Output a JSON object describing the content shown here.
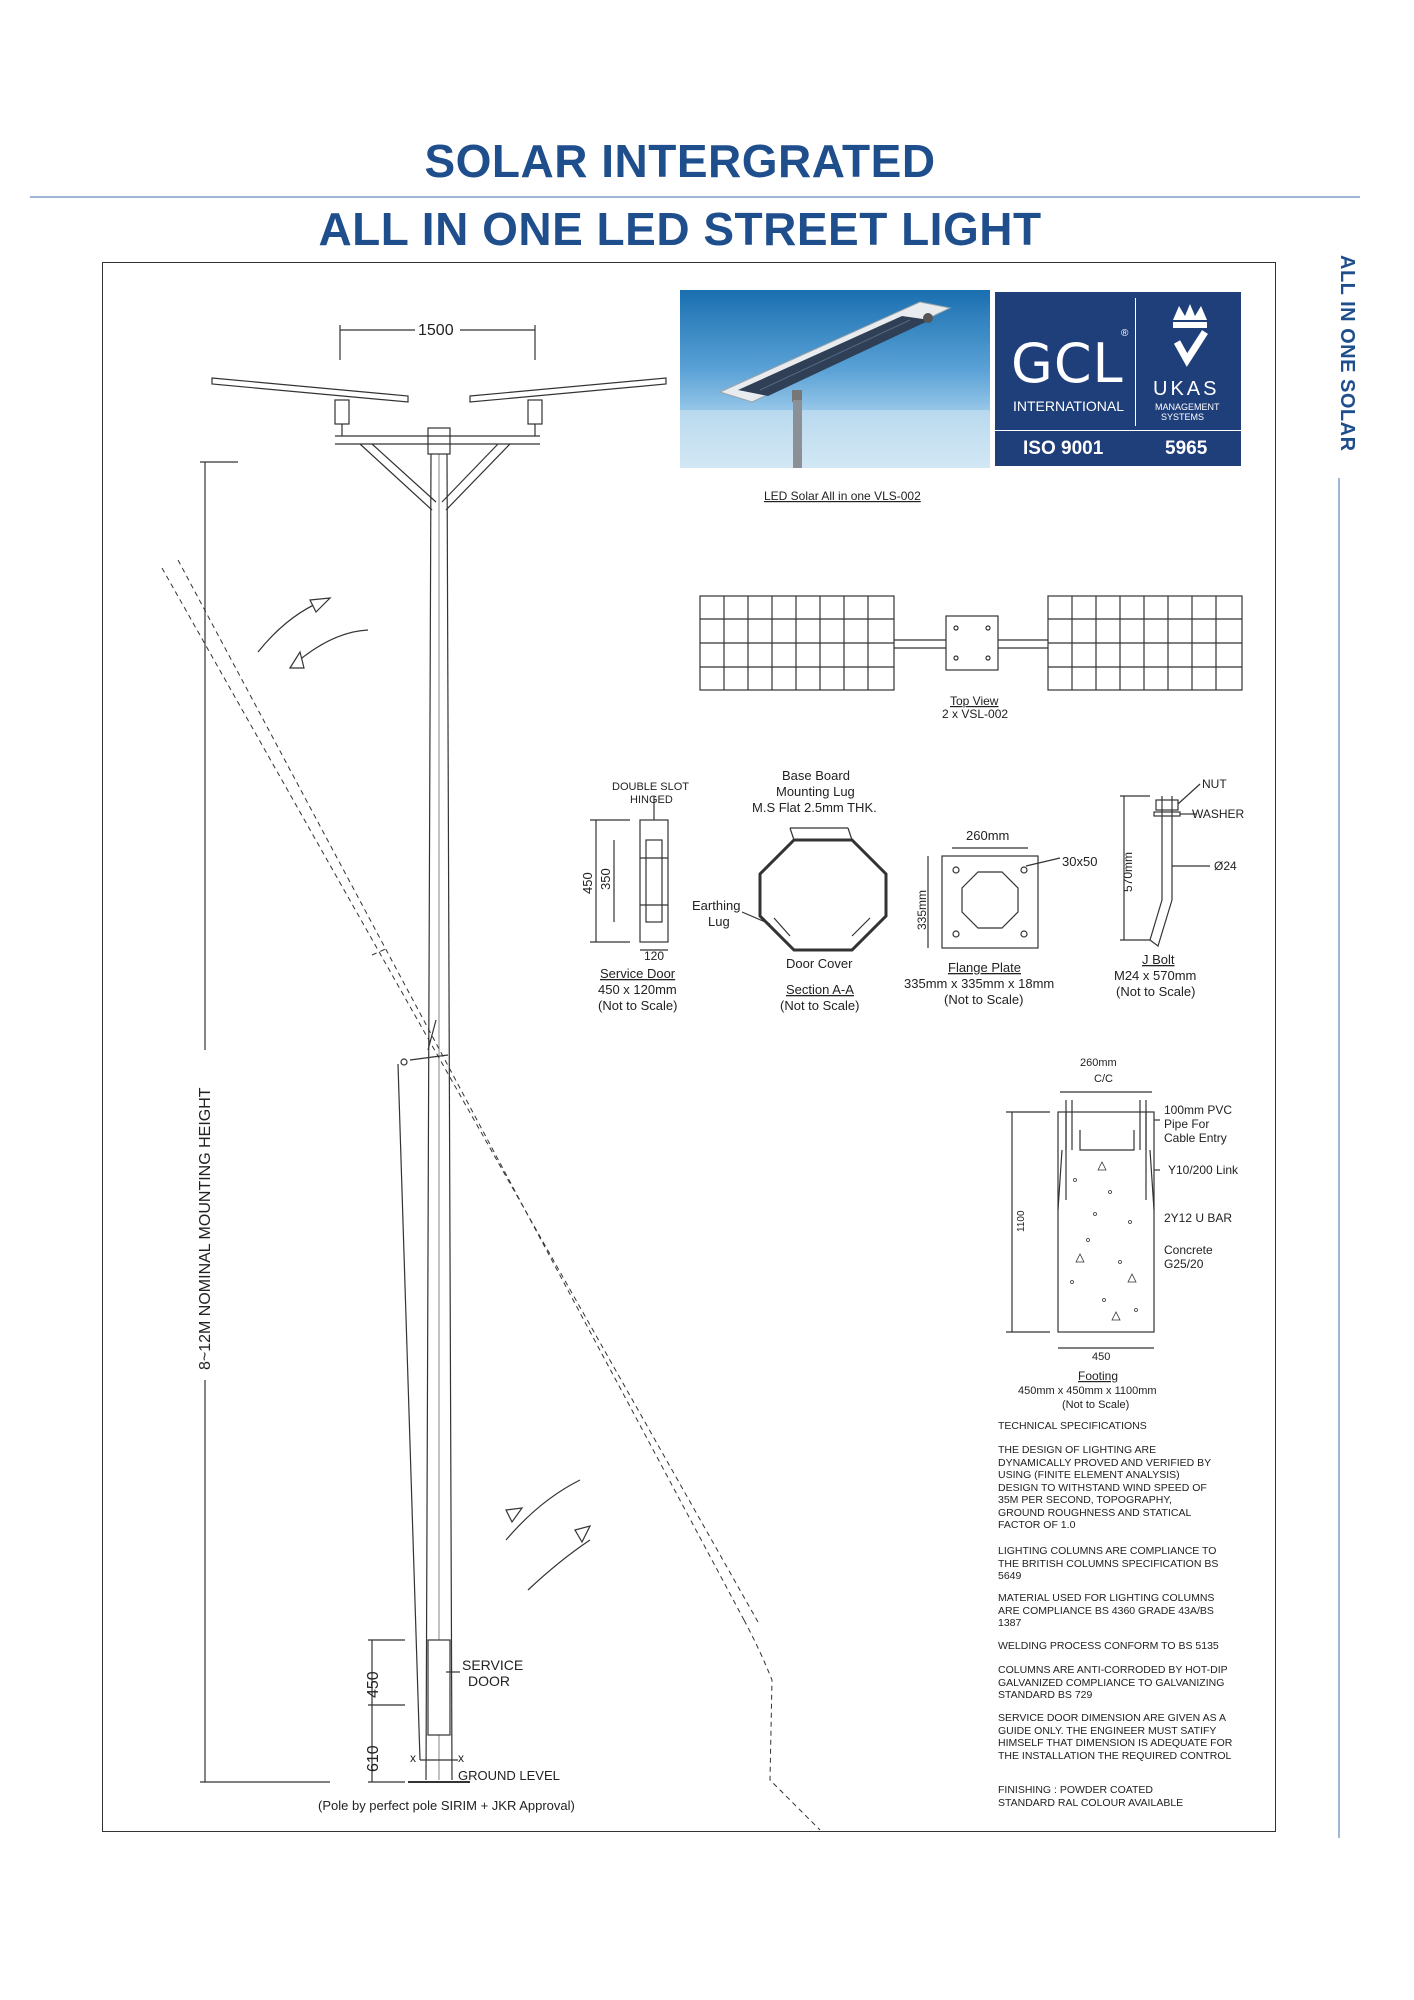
{
  "header": {
    "title_line1": "SOLAR INTERGRATED",
    "title_line2": "ALL IN ONE LED STREET LIGHT",
    "side_label": "ALL IN ONE SOLAR"
  },
  "photo": {
    "caption": "LED Solar All in one VLS-002"
  },
  "certification": {
    "gcl": "GCL",
    "gcl_reg": "®",
    "gcl_sub": "INTERNATIONAL",
    "ukas": "UKAS",
    "ukas_sub1": "MANAGEMENT",
    "ukas_sub2": "SYSTEMS",
    "iso": "ISO 9001",
    "cert_no": "5965"
  },
  "pole": {
    "arm_span": "1500",
    "height_label": "8~12M NOMINAL MOUNTING HEIGHT",
    "door_label_1": "SERVICE",
    "door_label_2": "DOOR",
    "door_dim": "450",
    "base_dim": "610",
    "x_mark": "x",
    "ground": "GROUND  LEVEL",
    "approval": "(Pole by perfect pole SIRIM + JKR Approval)"
  },
  "top_view": {
    "title": "Top View",
    "sub": "2 x VSL-002"
  },
  "service_door": {
    "head_1": "DOUBLE SLOT",
    "head_2": "HINGED",
    "dim_outer": "450",
    "dim_inner": "350",
    "dim_width": "120",
    "title": "Service Door",
    "size": "450 x 120mm",
    "scale": "(Not to Scale)"
  },
  "section_aa": {
    "head_1": "Base Board",
    "head_2": "Mounting Lug",
    "head_3": "M.S Flat 2.5mm THK.",
    "earthing_1": "Earthing",
    "earthing_2": "Lug",
    "door_cover": "Door Cover",
    "title": "Section A-A",
    "scale": "(Not to Scale)"
  },
  "flange": {
    "dim_top": "260mm",
    "dim_hole": "30x50",
    "dim_side": "335mm",
    "title": "Flange Plate",
    "size": "335mm x 335mm x 18mm",
    "scale": "(Not to Scale)"
  },
  "jbolt": {
    "nut": "NUT",
    "washer": "WASHER",
    "dia": "Ø24",
    "length": "570mm",
    "title": "J Bolt",
    "size": "M24 x 570mm",
    "scale": "(Not to Scale)"
  },
  "footing": {
    "dim_top": "260mm",
    "dim_cc": "C/C",
    "pvc_1": "100mm PVC",
    "pvc_2": "Pipe For",
    "pvc_3": "Cable Entry",
    "link": "Y10/200 Link",
    "ubar": "2Y12 U BAR",
    "concrete_1": "Concrete",
    "concrete_2": "G25/20",
    "dim_height": "1100",
    "dim_bottom": "450",
    "title": "Footing",
    "size": "450mm x 450mm x 1100mm",
    "scale": "(Not to Scale)"
  },
  "specs": {
    "heading": "TECHNICAL SPECIFICATIONS",
    "p1": "THE DESIGN OF LIGHTING ARE DYNAMICALLY PROVED AND VERIFIED BY USING (FINITE ELEMENT ANALYSIS) DESIGN TO WITHSTAND WIND SPEED OF 35M PER SECOND, TOPOGRAPHY, GROUND ROUGHNESS AND STATICAL FACTOR OF 1.0",
    "p2": "LIGHTING COLUMNS ARE COMPLIANCE TO THE BRITISH COLUMNS SPECIFICATION BS 5649",
    "p3": "MATERIAL USED FOR LIGHTING COLUMNS ARE COMPLIANCE BS 4360 GRADE 43A/BS 1387",
    "p4": "WELDING PROCESS CONFORM TO BS 5135",
    "p5": "COLUMNS ARE ANTI-CORRODED BY HOT-DIP GALVANIZED COMPLIANCE TO GALVANIZING STANDARD BS 729",
    "p6": "SERVICE DOOR DIMENSION ARE GIVEN AS A GUIDE ONLY. THE ENGINEER MUST SATIFY HIMSELF THAT DIMENSION IS ADEQUATE FOR THE INSTALLATION THE REQUIRED CONTROL",
    "p7": "FINISHING : POWDER COATED STANDARD RAL COLOUR AVAILABLE"
  }
}
